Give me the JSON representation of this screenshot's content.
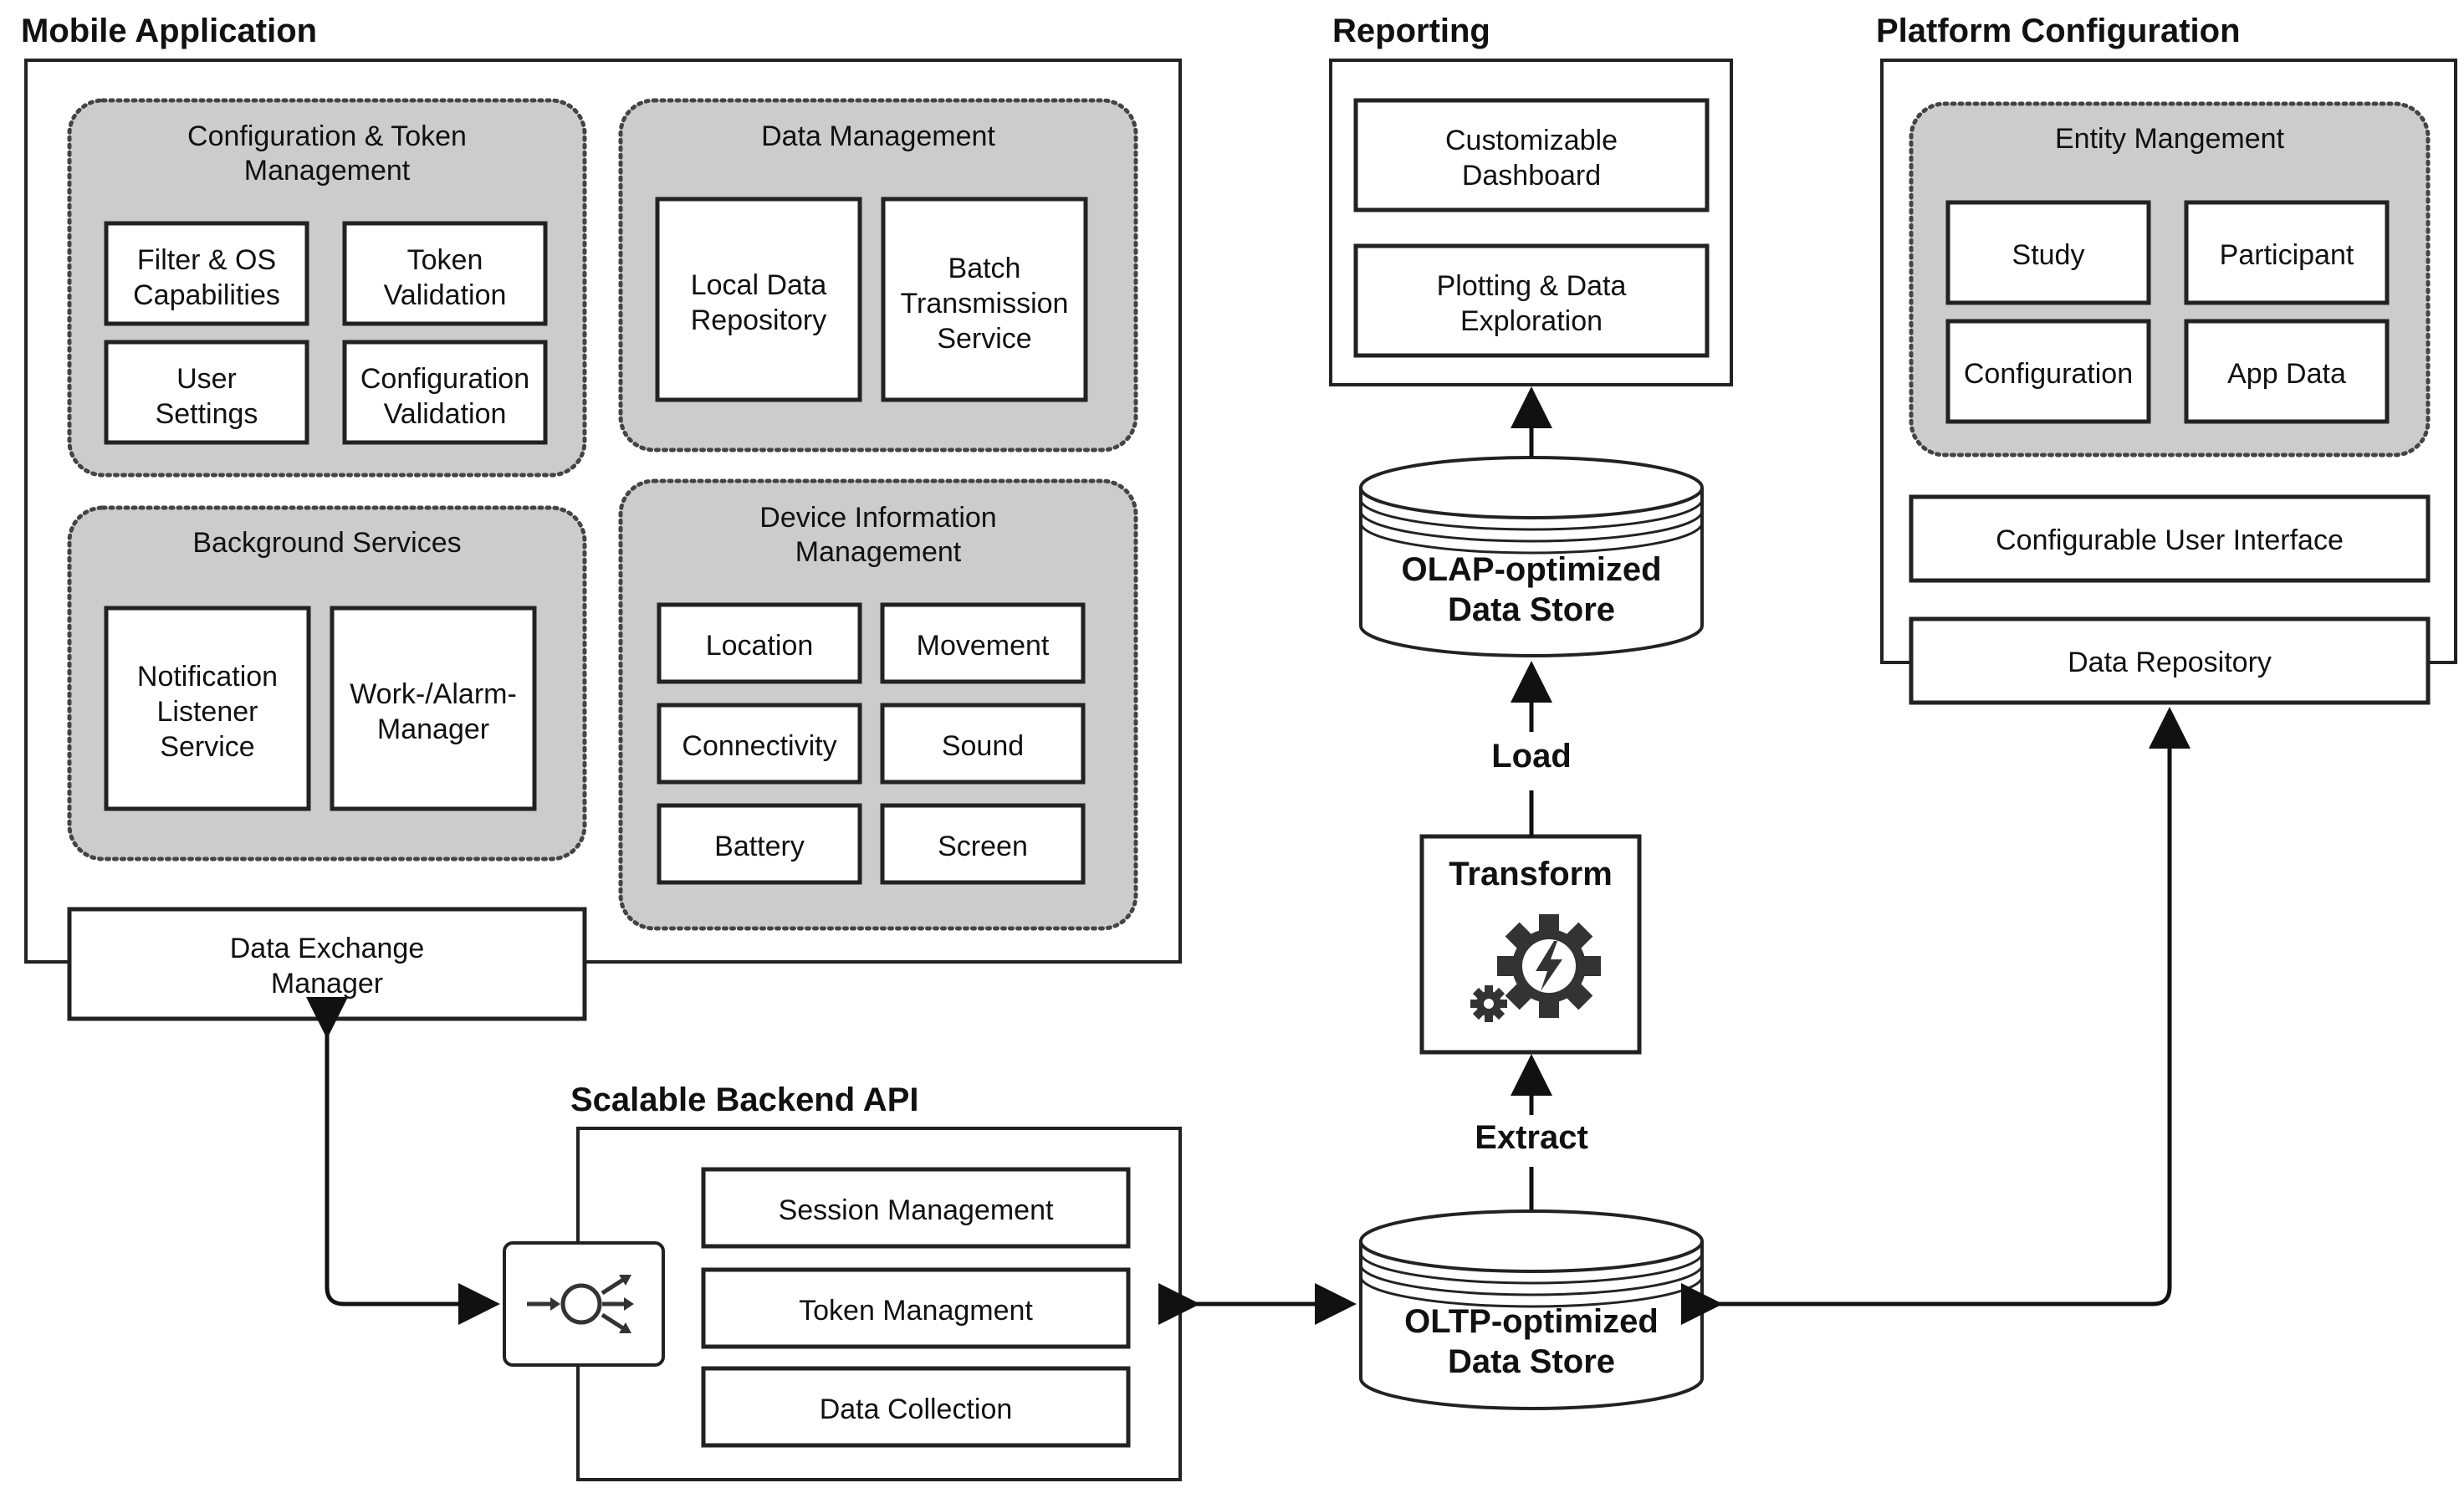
{
  "mobile_app": {
    "title": "Mobile Application",
    "config_group": {
      "title_line1": "Configuration & Token",
      "title_line2": "Management",
      "filter_os": [
        "Filter & OS",
        "Capabilities"
      ],
      "token_validation": [
        "Token",
        "Validation"
      ],
      "user_settings": [
        "User",
        "Settings"
      ],
      "configuration_validation": [
        "Configuration",
        "Validation"
      ]
    },
    "data_group": {
      "title": "Data Management",
      "local_repo": [
        "Local Data",
        "Repository"
      ],
      "batch_service": [
        "Batch",
        "Transmission",
        "Service"
      ]
    },
    "background_group": {
      "title": "Background Services",
      "notification": [
        "Notification",
        "Listener",
        "Service"
      ],
      "work_alarm": [
        "Work-/Alarm-",
        "Manager"
      ]
    },
    "device_group": {
      "title_line1": "Device Information",
      "title_line2": "Management",
      "items": [
        "Location",
        "Movement",
        "Connectivity",
        "Sound",
        "Battery",
        "Screen"
      ]
    },
    "data_exchange": [
      "Data Exchange",
      "Manager"
    ]
  },
  "reporting": {
    "title": "Reporting",
    "dashboard": [
      "Customizable",
      "Dashboard"
    ],
    "plotting": [
      "Plotting & Data",
      "Exploration"
    ]
  },
  "olap": [
    "OLAP-optimized",
    "Data Store"
  ],
  "etl": {
    "load": "Load",
    "transform": "Transform",
    "extract": "Extract"
  },
  "oltp": [
    "OLTP-optimized",
    "Data Store"
  ],
  "platform": {
    "title": "Platform Configuration",
    "entity_group_title": "Entity Mangement",
    "study": "Study",
    "participant": "Participant",
    "configuration": "Configuration",
    "app_data": "App Data",
    "ui": "Configurable User Interface",
    "data_repository": "Data Repository"
  },
  "backend": {
    "title": "Scalable Backend API",
    "session": "Session Management",
    "token": "Token Managment",
    "collection": "Data Collection"
  },
  "colors": {
    "group_fill": "#cccccc",
    "stroke": "#222222",
    "icon": "#333333"
  },
  "icons": {
    "gateway": "load-balancer-icon",
    "transform": "gears-lightning-icon"
  }
}
